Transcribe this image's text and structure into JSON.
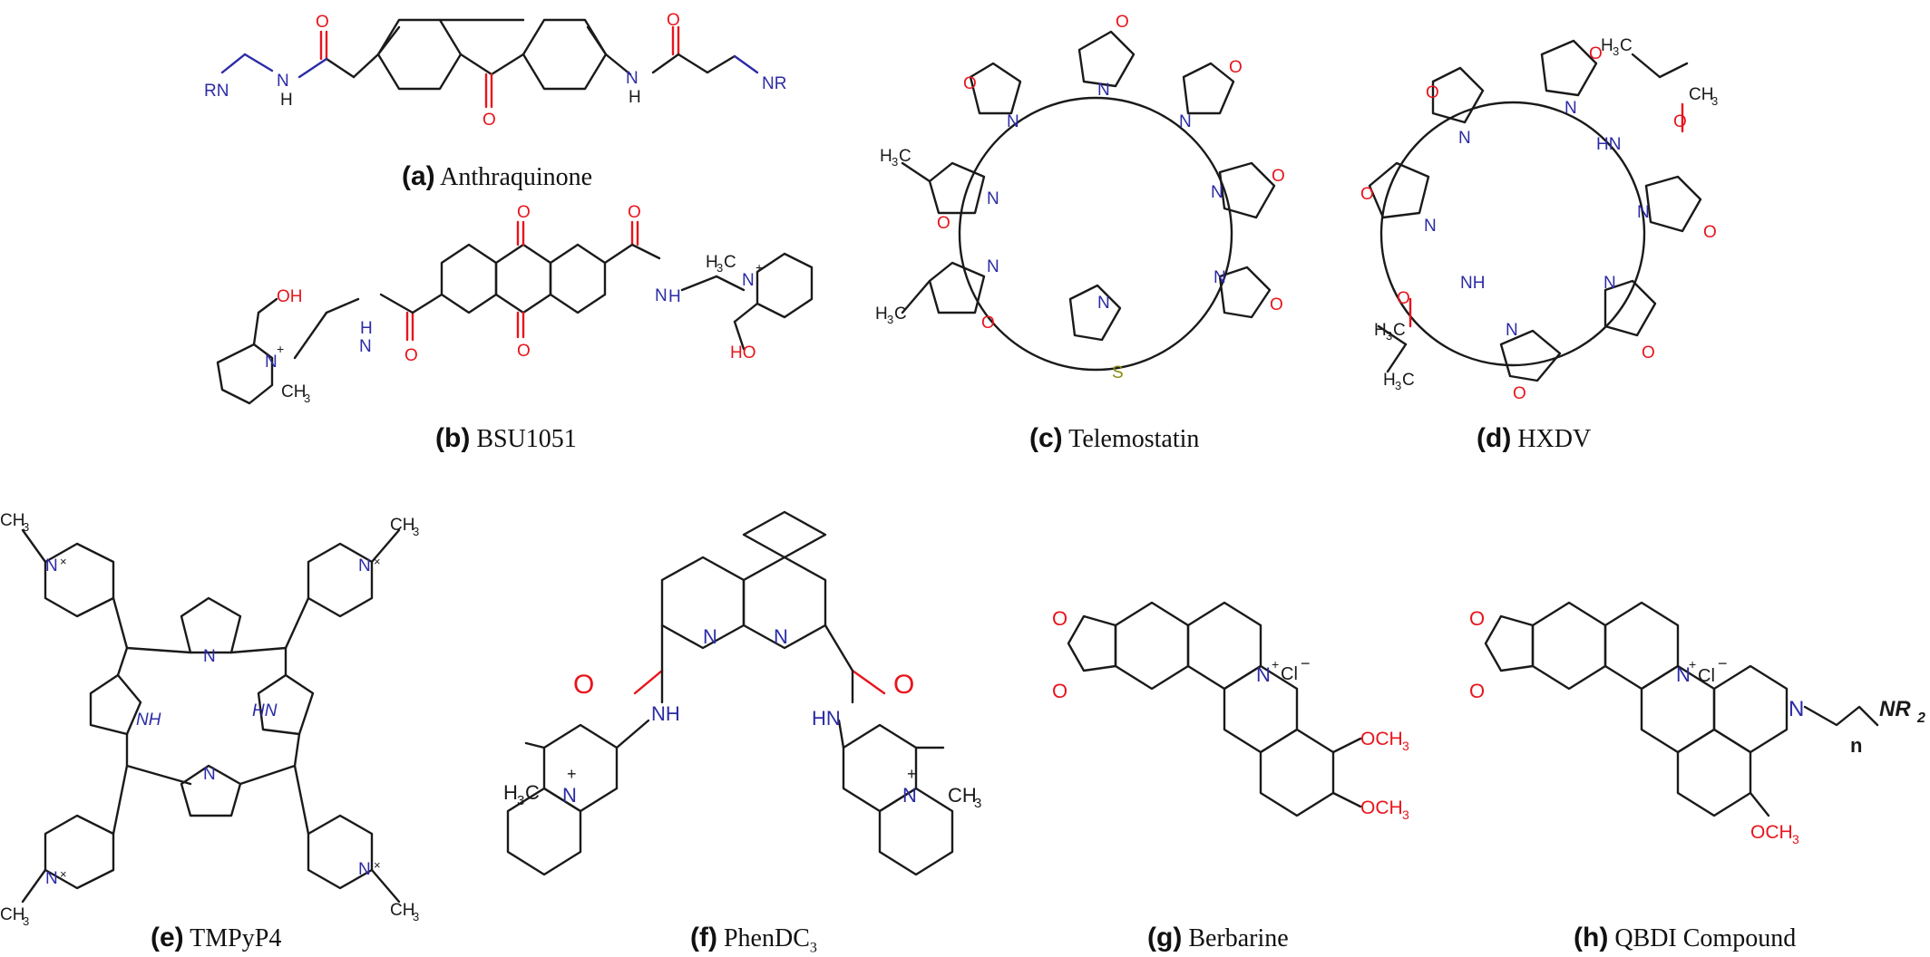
{
  "colors": {
    "bond": "#1a1a1a",
    "oxygen": "#e8141c",
    "nitrogen": "#2b2ba6",
    "sulfur": "#8a8a10"
  },
  "captions": {
    "a": {
      "letter": "(a)",
      "name": "Anthraquinone"
    },
    "b": {
      "letter": "(b)",
      "name": "BSU1051"
    },
    "c": {
      "letter": "(c)",
      "name": "Telemostatin"
    },
    "d": {
      "letter": "(d)",
      "name": "HXDV"
    },
    "e": {
      "letter": "(e)",
      "name": "TMPyP4"
    },
    "f": {
      "letter": "(f)",
      "name": "PhenDC",
      "sub": "3"
    },
    "g": {
      "letter": "(g)",
      "name": "Berbarine"
    },
    "h": {
      "letter": "(h)",
      "name": "QBDI Compound"
    }
  },
  "atoms": {
    "RN": "RN",
    "NR": "NR",
    "H": "H",
    "N": "N",
    "O": "O",
    "S": "S",
    "NH": "NH",
    "HN": "HN",
    "OH": "OH",
    "HO": "HO",
    "CH3": "CH",
    "H3C": "H",
    "three": "3",
    "C": "C",
    "plus": "+",
    "minus": "−",
    "times": "×",
    "Cl": "Cl",
    "OCH3": "OCH",
    "NR2": "NR",
    "two": "2",
    "n": "n"
  }
}
